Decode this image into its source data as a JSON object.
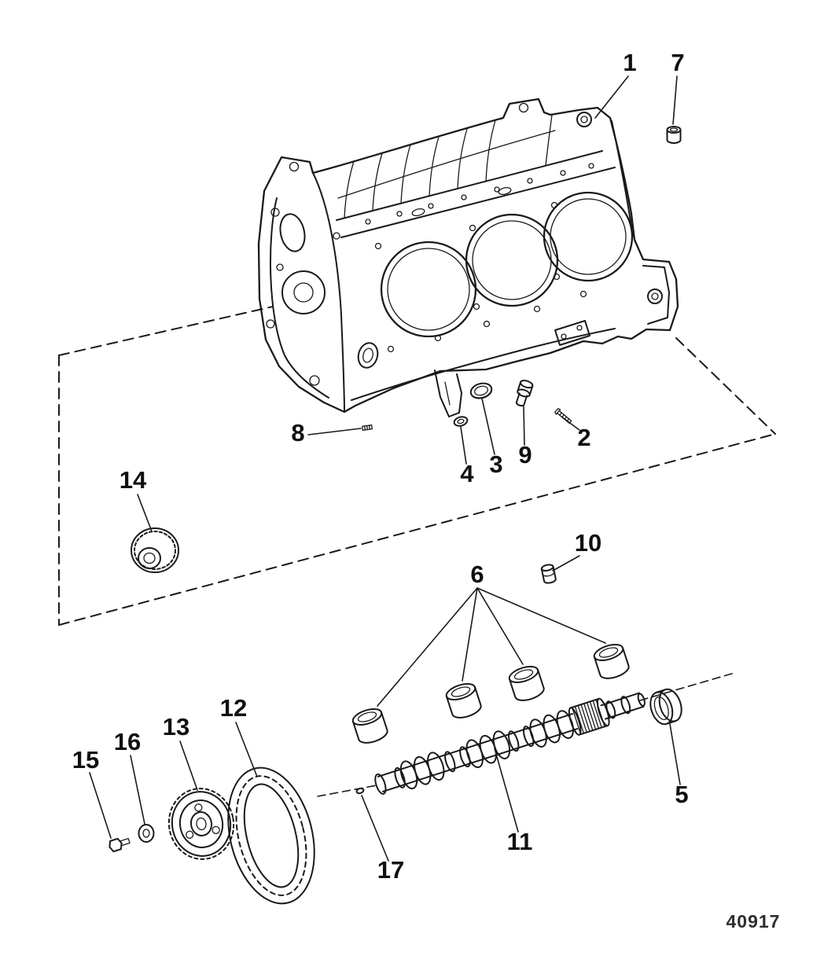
{
  "colors": {
    "ink": "#1a1a1a",
    "paper": "#ffffff"
  },
  "figure_code": "40917",
  "callouts": [
    {
      "label": "1"
    },
    {
      "label": "2"
    },
    {
      "label": "3"
    },
    {
      "label": "4"
    },
    {
      "label": "5"
    },
    {
      "label": "6"
    },
    {
      "label": "7"
    },
    {
      "label": "8"
    },
    {
      "label": "9"
    },
    {
      "label": "10"
    },
    {
      "label": "11"
    },
    {
      "label": "12"
    },
    {
      "label": "13"
    },
    {
      "label": "14"
    },
    {
      "label": "15"
    },
    {
      "label": "16"
    },
    {
      "label": "17"
    }
  ]
}
